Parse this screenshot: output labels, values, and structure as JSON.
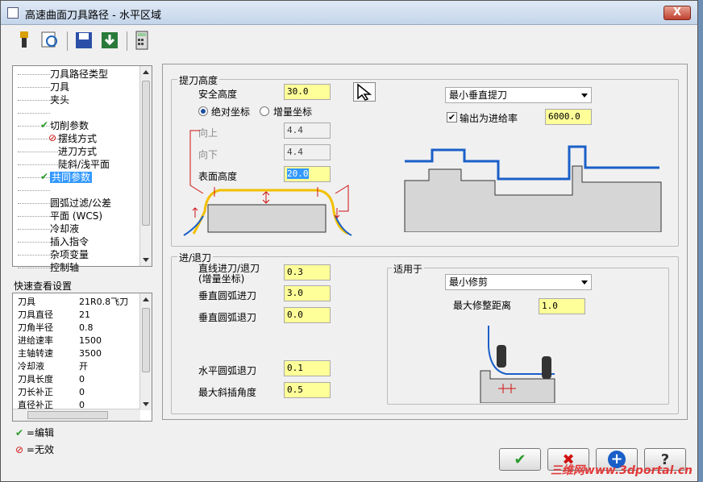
{
  "window": {
    "title": "高速曲面刀具路径 - 水平区域",
    "close": "X"
  },
  "tree": {
    "items": [
      {
        "label": "刀具路径类型",
        "indent": 0,
        "status": ""
      },
      {
        "label": "刀具",
        "indent": 0,
        "status": ""
      },
      {
        "label": "夹头",
        "indent": 0,
        "status": ""
      },
      {
        "label": "",
        "indent": 0,
        "status": ""
      },
      {
        "label": "切削参数",
        "indent": 0,
        "status": "edit"
      },
      {
        "label": "摆线方式",
        "indent": 1,
        "status": "invalid"
      },
      {
        "label": "进刀方式",
        "indent": 1,
        "status": ""
      },
      {
        "label": "陡斜/浅平面",
        "indent": 1,
        "status": ""
      },
      {
        "label": "共同参数",
        "indent": 0,
        "status": "edit",
        "selected": true
      },
      {
        "label": "",
        "indent": 0,
        "status": ""
      },
      {
        "label": "圆弧过滤/公差",
        "indent": 0,
        "status": ""
      },
      {
        "label": "平面 (WCS)",
        "indent": 0,
        "status": ""
      },
      {
        "label": "冷却液",
        "indent": 0,
        "status": ""
      },
      {
        "label": "插入指令",
        "indent": 0,
        "status": ""
      },
      {
        "label": "杂项变量",
        "indent": 0,
        "status": ""
      },
      {
        "label": "控制轴",
        "indent": 0,
        "status": ""
      }
    ]
  },
  "quick_settings": {
    "title": "快速查看设置",
    "rows": [
      [
        "刀具",
        "21R0.8飞刀"
      ],
      [
        "刀具直径",
        "21"
      ],
      [
        "刀角半径",
        "0.8"
      ],
      [
        "进给速率",
        "1500"
      ],
      [
        "主轴转速",
        "3500"
      ],
      [
        "冷却液",
        "开"
      ],
      [
        "刀具长度",
        "0"
      ],
      [
        "刀长补正",
        "0"
      ],
      [
        "直径补正",
        "0"
      ]
    ]
  },
  "legend": {
    "edit": "=编辑",
    "invalid": "=无效"
  },
  "retract": {
    "title": "提刀高度",
    "safe_height_label": "安全高度",
    "safe_height": "30.0",
    "abs_label": "绝对坐标",
    "inc_label": "增量坐标",
    "up_label": "向上",
    "up": "4.4",
    "down_label": "向下",
    "down": "4.4",
    "surface_label": "表面高度",
    "surface": "20.0",
    "mode": "最小垂直提刀",
    "feed_check_label": "输出为进给率",
    "feed_rate": "6000.0"
  },
  "lead": {
    "title": "进/退刀",
    "line_label": "直线进刀/退刀",
    "line_sub": "(增量坐标)",
    "line": "0.3",
    "varc_in_label": "垂直圆弧进刀",
    "varc_in": "3.0",
    "varc_out_label": "垂直圆弧退刀",
    "varc_out": "0.0",
    "harc_out_label": "水平圆弧退刀",
    "harc_out": "0.1",
    "max_ramp_label": "最大斜插角度",
    "max_ramp": "0.5",
    "apply_title": "适用于",
    "trim_mode": "最小修剪",
    "max_trim_label": "最大修整距离",
    "max_trim": "1.0"
  },
  "buttons": {
    "ok": "✔",
    "cancel": "✖",
    "add": "+",
    "help": "?"
  },
  "watermark": "三维网www.3dportal.cn",
  "colors": {
    "accent_blue": "#1a5fc8",
    "input_yellow": "#ffff99",
    "tool_yellow": "#f2c000",
    "red": "#d01010"
  }
}
